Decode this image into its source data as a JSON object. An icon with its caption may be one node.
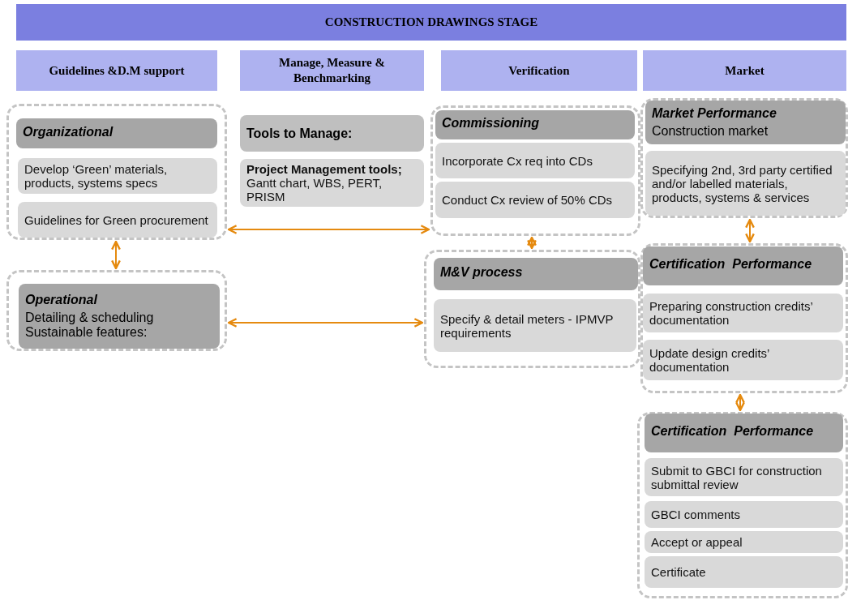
{
  "diagram": {
    "nodes": [
      {
        "text": [
          "CONSTRUCTION DRAWINGS STAGE"
        ]
      },
      {
        "text": [
          "Guidelines &D.M support"
        ]
      },
      {
        "text": [
          "Manage, Measure & Benchmarking"
        ]
      },
      {
        "text": [
          "Verification"
        ]
      },
      {
        "text": [
          "Market"
        ]
      },
      {
        "text": [],
        "shape": "box"
      },
      {
        "text": [
          "Organizational"
        ],
        "in": 5
      },
      {
        "text": [
          "Develop ‘Green’ materials, products, systems specs"
        ],
        "in": 5
      },
      {
        "text": [
          "Guidelines for Green procurement"
        ],
        "in": 5
      },
      {
        "text": [],
        "shape": "box"
      },
      {
        "text": [
          "Operational",
          "Detailing & scheduling Sustainable features:"
        ],
        "in": 9
      },
      {
        "text": [
          "Tools to Manage:"
        ]
      },
      {
        "text": [
          "**Project Management tools;** Gantt chart, WBS, PERT, PRISM"
        ]
      },
      {
        "text": [],
        "shape": "box"
      },
      {
        "text": [
          "Commissioning"
        ],
        "in": 13
      },
      {
        "text": [
          "Incorporate Cx req into CDs"
        ],
        "in": 13
      },
      {
        "text": [
          "Conduct Cx review of 50% CDs"
        ],
        "in": 13
      },
      {
        "text": [],
        "shape": "box"
      },
      {
        "text": [
          "M&V process"
        ],
        "in": 17
      },
      {
        "text": [
          "Specify & detail meters - IPMVP requirements"
        ],
        "in": 17
      },
      {
        "text": [],
        "shape": "box"
      },
      {
        "text": [
          "Market Performance",
          "Construction market"
        ],
        "in": 20
      },
      {
        "text": [
          "Specifying 2nd, 3rd party certified and/or labelled materials, products, systems & services"
        ],
        "in": 20
      },
      {
        "text": [],
        "shape": "box"
      },
      {
        "text": [
          "Certification  Performance"
        ],
        "in": 23
      },
      {
        "text": [
          "Preparing construction credits’ documentation"
        ],
        "in": 23
      },
      {
        "text": [
          "Update design credits’ documentation"
        ],
        "in": 23
      },
      {
        "text": [],
        "shape": "box"
      },
      {
        "text": [
          "Certification  Performance"
        ],
        "in": 27
      },
      {
        "text": [
          "Submit to GBCI for construction submittal review"
        ],
        "in": 27
      },
      {
        "text": [
          "GBCI comments"
        ],
        "in": 27
      },
      {
        "text": [
          "Accept or appeal"
        ],
        "in": 27
      },
      {
        "text": [
          "Certificate"
        ],
        "in": 27
      }
    ],
    "edges": [
      {
        "from": 5,
        "to": 9,
        "arrow": "both"
      },
      {
        "from": 5,
        "to": 13,
        "arrow": "both"
      },
      {
        "from": 9,
        "to": 17,
        "arrow": "both"
      },
      {
        "from": 13,
        "to": 17,
        "arrow": "both"
      },
      {
        "from": 20,
        "to": 23,
        "arrow": "both"
      },
      {
        "from": 23,
        "to": 27,
        "arrow": "both"
      }
    ]
  }
}
